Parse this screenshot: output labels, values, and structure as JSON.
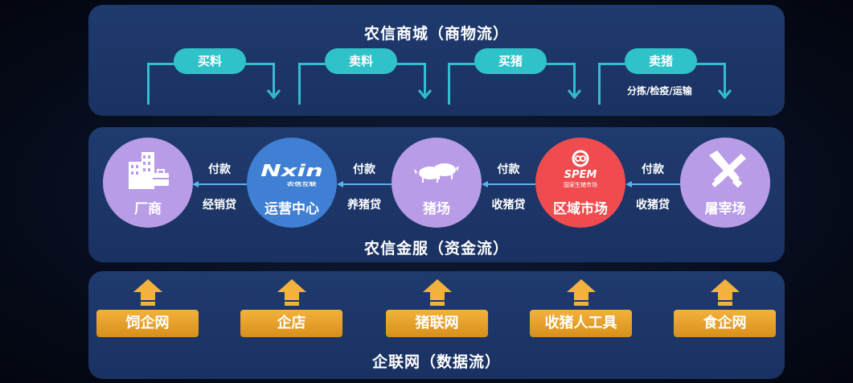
{
  "commerce": {
    "title": "农信商城（商物流）",
    "flows": [
      {
        "label": "买料",
        "note": ""
      },
      {
        "label": "卖料",
        "note": ""
      },
      {
        "label": "买猪",
        "note": ""
      },
      {
        "label": "卖猪",
        "note": "分拣/检疫/运输"
      }
    ]
  },
  "finance": {
    "title": "农信金服（资金流）",
    "nodes": [
      {
        "label": "厂商",
        "icon": "building-icon",
        "color": "#b99ce8"
      },
      {
        "label": "运营中心",
        "icon": "nxin-logo-icon",
        "color": "#3f7fd4",
        "logo_text": "Nxin",
        "logo_sub": "农信互联"
      },
      {
        "label": "猪场",
        "icon": "pigs-icon",
        "color": "#b99ce8"
      },
      {
        "label": "区域市场",
        "icon": "spem-logo-icon",
        "color": "#f04b4f",
        "logo_text": "SPEM",
        "logo_sub": "国家生猪市场"
      },
      {
        "label": "屠宰场",
        "icon": "cleaver-knife-icon",
        "color": "#b99ce8"
      }
    ],
    "links": [
      {
        "top": "付款",
        "bottom": "经销贷"
      },
      {
        "top": "付款",
        "bottom": "养猪贷"
      },
      {
        "top": "付款",
        "bottom": "收猪贷"
      },
      {
        "top": "付款",
        "bottom": "收猪贷"
      }
    ]
  },
  "data_network": {
    "title": "企联网（数据流）",
    "tiles": [
      "饲企网",
      "企店",
      "猪联网",
      "收猪人工具",
      "食企网"
    ]
  },
  "colors": {
    "panel": "#1f3a6e",
    "teal": "#2fc3c9",
    "purple": "#b99ce8",
    "blue": "#3f7fd4",
    "red": "#f04b4f",
    "gold": "#f3b23c",
    "link_arrow": "#5ab0f0"
  }
}
